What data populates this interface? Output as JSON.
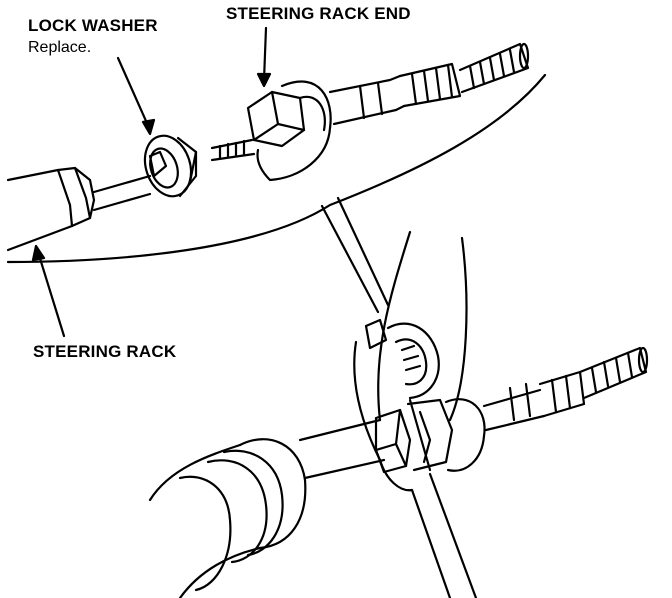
{
  "labels": {
    "lock_washer": "LOCK WASHER",
    "lock_washer_note": "Replace.",
    "steering_rack_end": "STEERING RACK END",
    "steering_rack": "STEERING RACK"
  },
  "colors": {
    "ink": "#000000",
    "paper": "#ffffff"
  }
}
